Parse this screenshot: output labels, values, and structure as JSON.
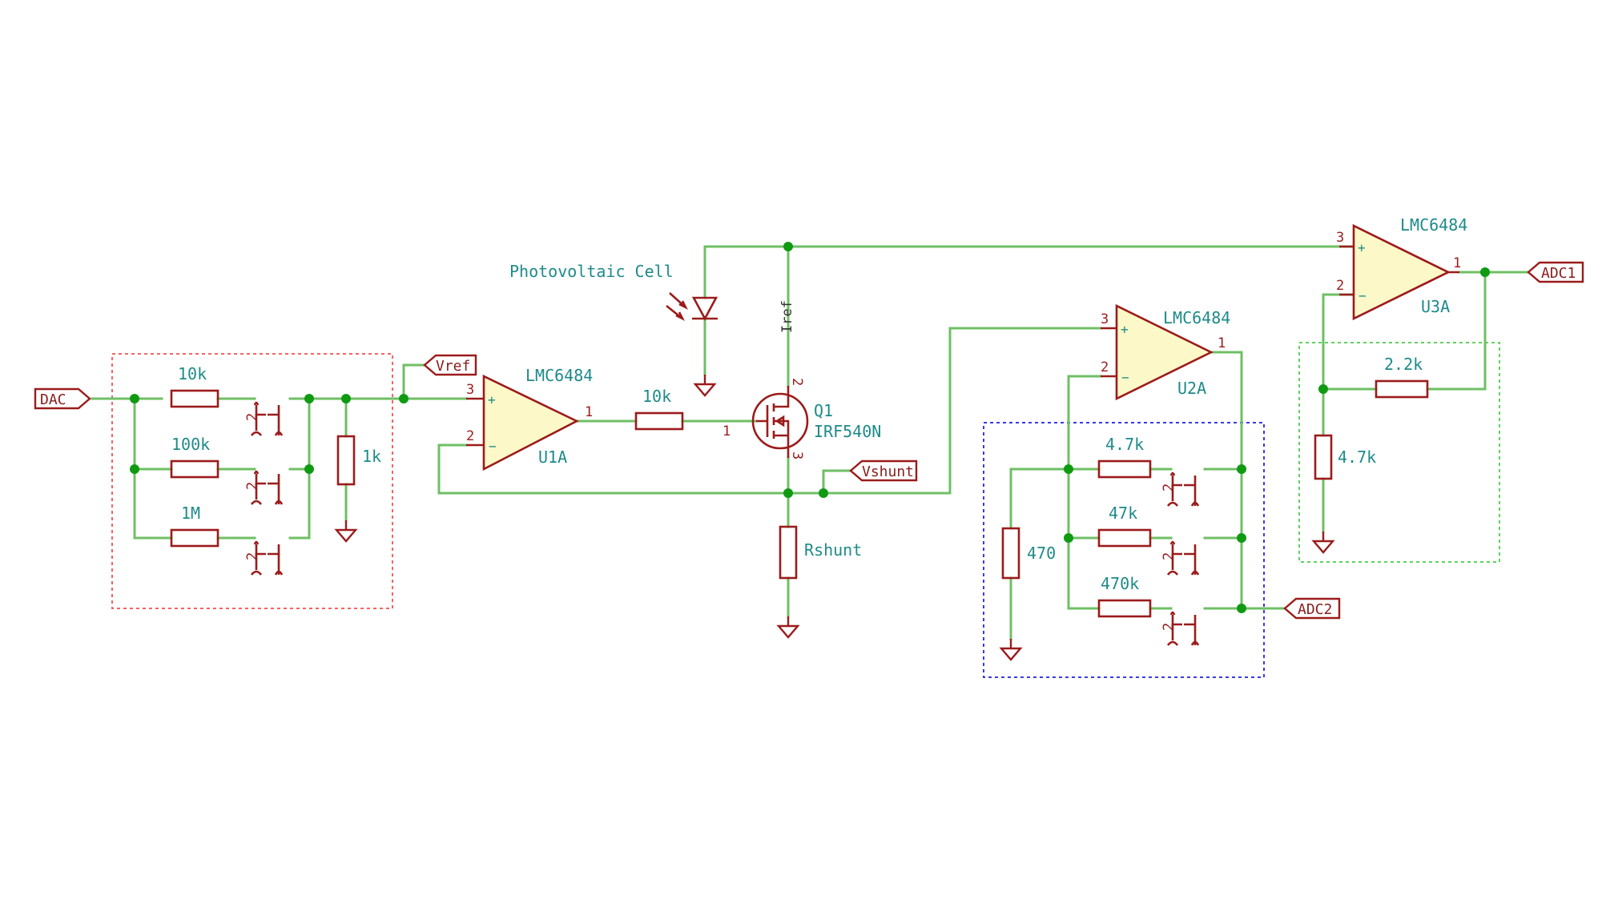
{
  "net_labels": {
    "dac": "DAC",
    "vref": "Vref",
    "vshunt": "Vshunt",
    "adc1": "ADC1",
    "adc2": "ADC2",
    "iref": "Iref"
  },
  "input_network": {
    "r1": "10k",
    "r2": "100k",
    "r3": "1M",
    "r_shunt_to_gnd": "1k"
  },
  "u1": {
    "part": "LMC6484",
    "ref": "U1A",
    "pin_noninv": "3",
    "pin_inv": "2",
    "pin_out": "1",
    "r_gate": "10k"
  },
  "pv_cell": "Photovoltaic Cell",
  "q1": {
    "ref": "Q1",
    "part": "IRF540N",
    "pin_gate": "1",
    "pin_drain": "2",
    "pin_source": "3",
    "r_shunt": "Rshunt"
  },
  "u2": {
    "part": "LMC6484",
    "ref": "U2A",
    "pin_noninv": "3",
    "pin_inv": "2",
    "pin_out": "1",
    "r_gnd": "470",
    "r1": "4.7k",
    "r2": "47k",
    "r3": "470k"
  },
  "u3": {
    "part": "LMC6484",
    "ref": "U3A",
    "pin_noninv": "3",
    "pin_inv": "2",
    "pin_out": "1",
    "r_fb": "2.2k",
    "r_gnd": "4.7k"
  },
  "switch_pin_label": "2",
  "plus_sign": "+",
  "minus_sign": "−",
  "colors": {
    "wire": "#6fbf64",
    "junction": "#0f9a12",
    "component": "#9b1b1b",
    "label": "#1e8a8a",
    "opamp_fill": "#fdf8c8",
    "box_red": "#f06565",
    "box_blue": "#3a3ae6",
    "box_green": "#5fd25f"
  }
}
